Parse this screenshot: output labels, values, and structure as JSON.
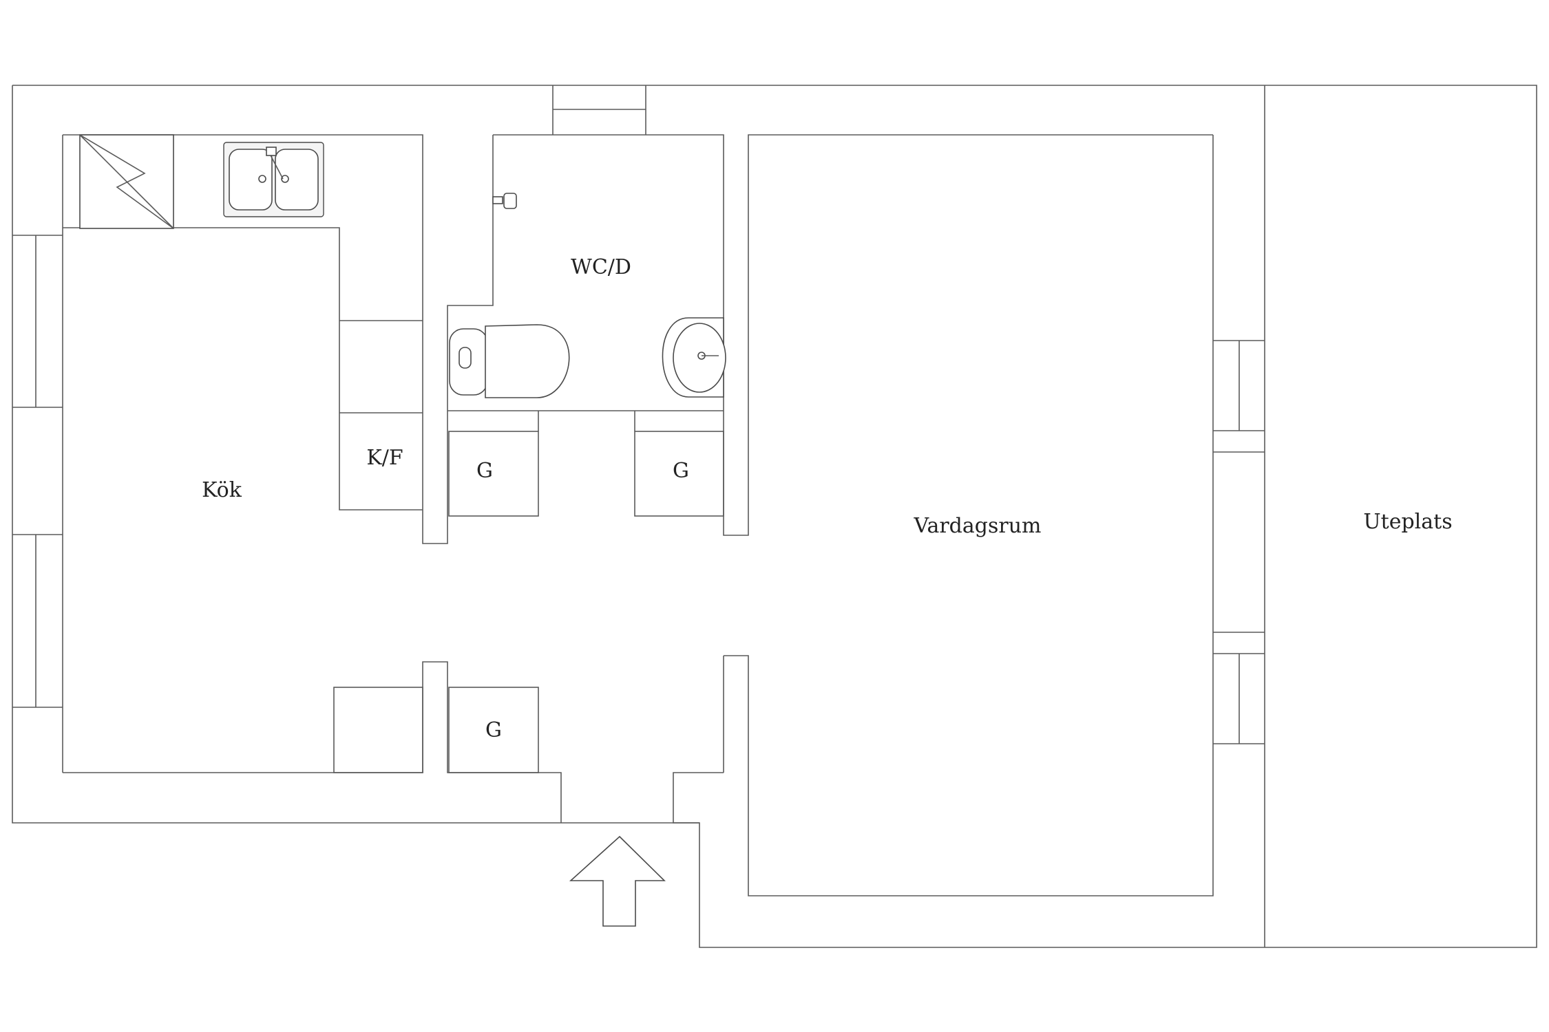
{
  "rooms": {
    "kitchen": "Kök",
    "fridge_freezer": "K/F",
    "wc_shower": "WC/D",
    "closet_wc_left": "G",
    "closet_wc_right": "G",
    "closet_hall": "G",
    "living_room": "Vardagsrum",
    "patio": "Uteplats"
  },
  "icons": {
    "stove": "stove-icon",
    "double_sink": "double-sink-icon",
    "shower_head": "shower-head-icon",
    "toilet": "toilet-icon",
    "wash_basin": "wash-basin-icon",
    "entrance": "entrance-arrow-icon"
  },
  "colors": {
    "line": "#5a5a5a",
    "background": "#ffffff",
    "text": "#222222"
  }
}
